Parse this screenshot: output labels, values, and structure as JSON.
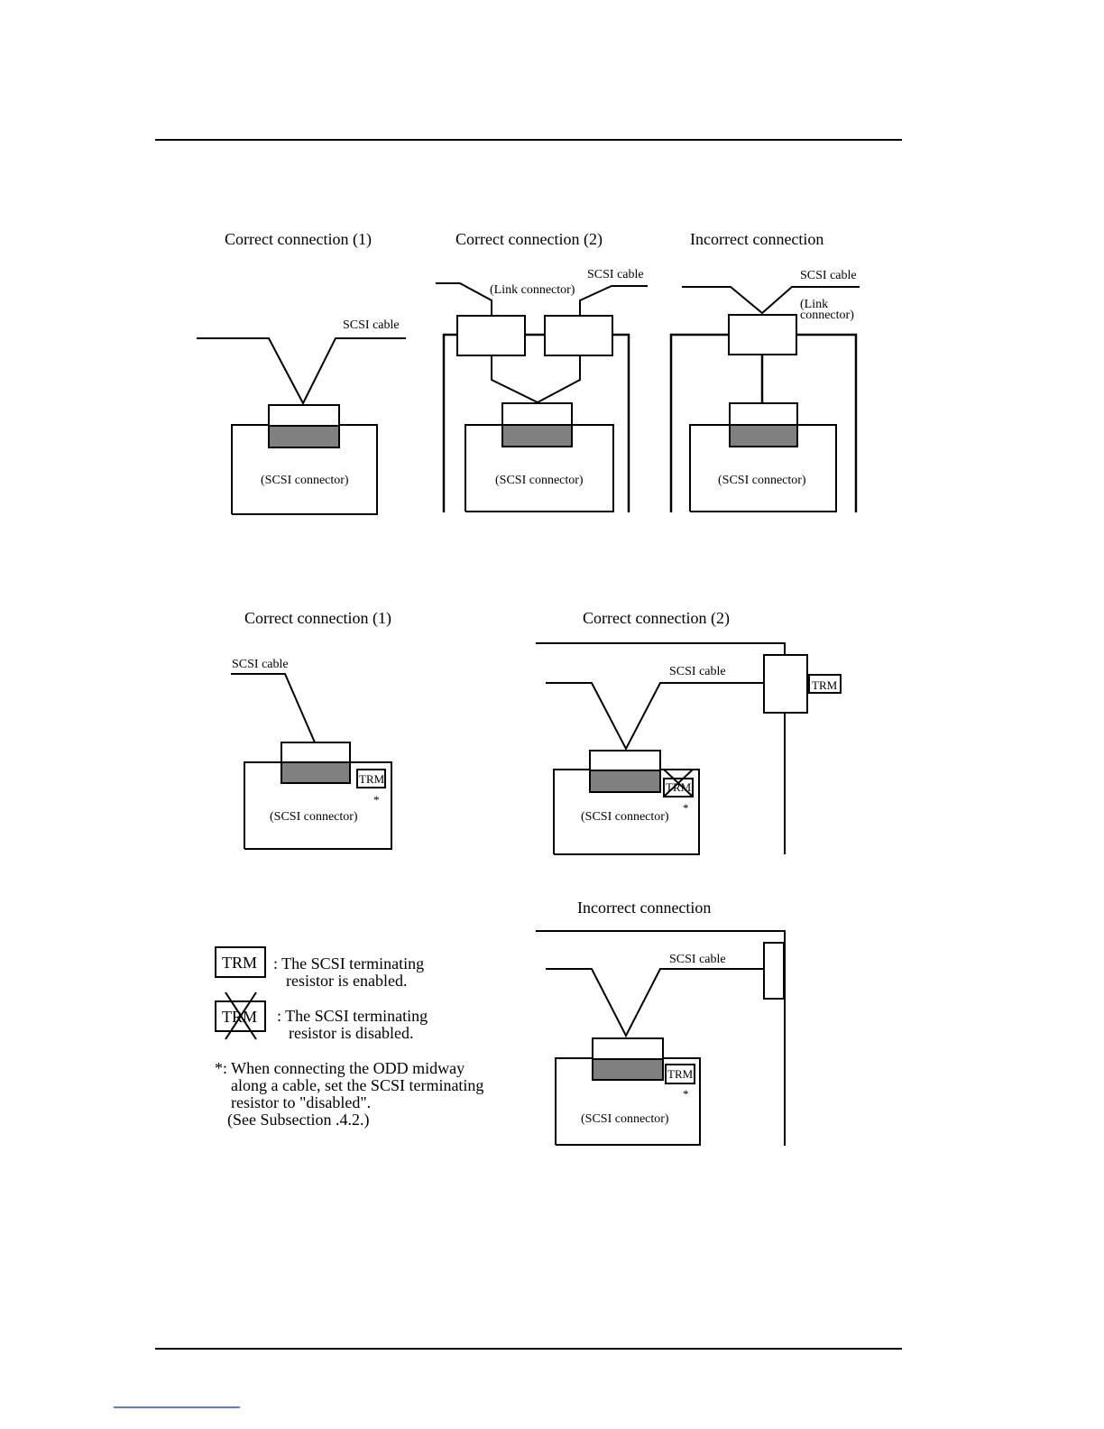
{
  "diagram_top": {
    "panel1": {
      "title": "Correct connection (1)",
      "cable": "SCSI cable",
      "connector": "(SCSI connector)"
    },
    "panel2": {
      "title": "Correct connection (2)",
      "cable": "SCSI cable",
      "link": "(Link connector)",
      "connector": "(SCSI connector)"
    },
    "panel3": {
      "title": "Incorrect connection",
      "cable": "SCSI cable",
      "link_line1": "(Link",
      "link_line2": "connector)",
      "connector": "(SCSI connector)"
    }
  },
  "diagram_bottom": {
    "panel1": {
      "title": "Correct connection (1)",
      "cable": "SCSI cable",
      "trm": "TRM",
      "asterisk": "*",
      "connector": "(SCSI connector)"
    },
    "panel2": {
      "title": "Correct connection (2)",
      "cable": "SCSI cable",
      "trm_ext": "TRM",
      "trm": "TRM",
      "asterisk": "*",
      "connector": "(SCSI connector)"
    },
    "panel3": {
      "title": "Incorrect connection",
      "cable": "SCSI cable",
      "trm": "TRM",
      "asterisk": "*",
      "connector": "(SCSI connector)"
    }
  },
  "legend": {
    "enabled_box": "TRM",
    "enabled_line1": ":  The SCSI terminating",
    "enabled_line2": "resistor is enabled.",
    "disabled_box": "TRM",
    "disabled_line1": ":  The SCSI terminating",
    "disabled_line2": "resistor is disabled.",
    "note_line1": "*: When connecting the ODD midway",
    "note_line2": "along a cable, set the SCSI terminating",
    "note_line3": "resistor to \"disabled\".",
    "note_line4": "(See Subsection   .4.2.)"
  }
}
